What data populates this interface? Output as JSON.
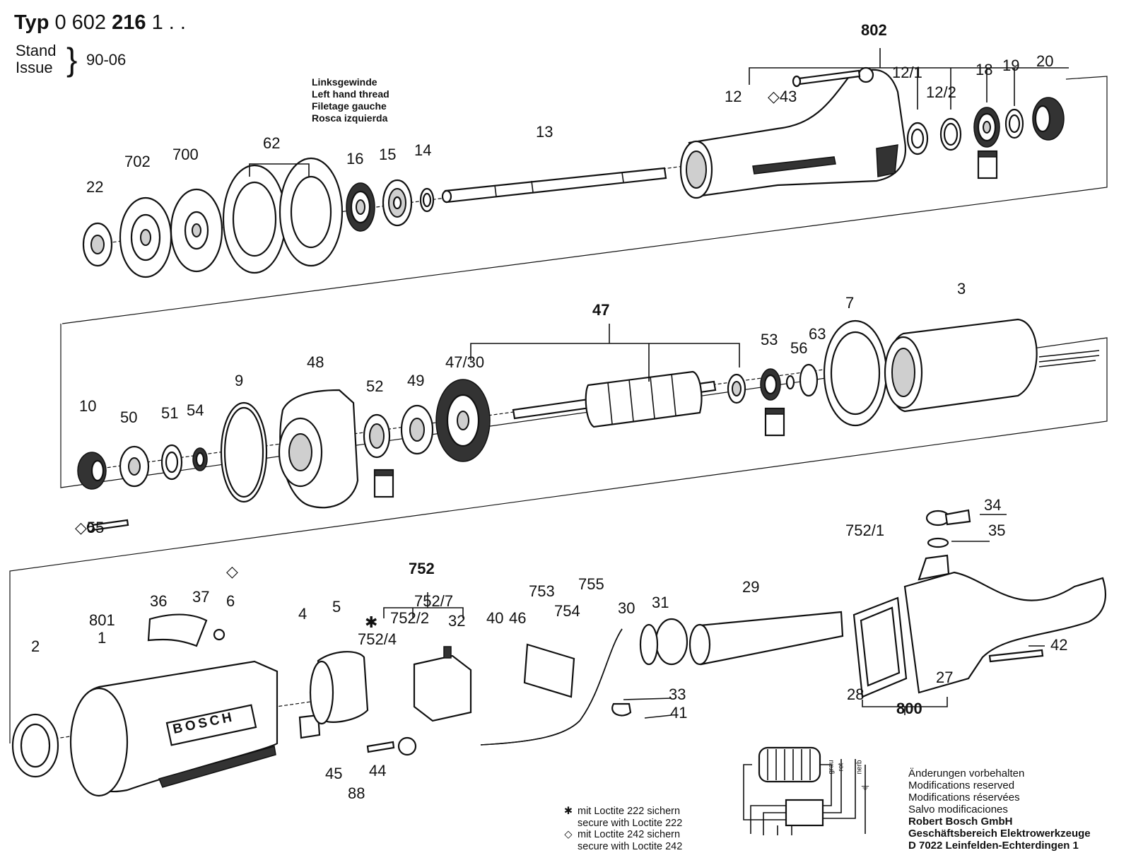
{
  "header": {
    "typ_prefix": "Typ",
    "typ_light_a": "0 602",
    "typ_bold": "216",
    "typ_light_b": "1 . .",
    "stand": "Stand",
    "issue": "Issue",
    "brace": "}",
    "date": "90-06"
  },
  "note": {
    "lines": [
      "Linksgewinde",
      "Left hand thread",
      "Filetage gauche",
      "Rosca izquierda"
    ]
  },
  "legend": {
    "star_symbol": "✱",
    "diamond_symbol": "◇",
    "star_de": "mit Loctite 222 sichern",
    "star_en": "secure with Loctite 222",
    "diamond_de": "mit Loctite 242 sichern",
    "diamond_en": "secure with Loctite 242"
  },
  "imprint": {
    "lines": [
      "Änderungen vorbehalten",
      "Modifications reserved",
      "Modifications réservées",
      "Salvo modificaciones"
    ],
    "company": "Robert Bosch GmbH",
    "division": "Geschäftsbereich Elektrowerkzeuge",
    "address": "D 7022 Leinfelden-Echterdingen 1"
  },
  "brand": {
    "logo_text": "BOSCH"
  },
  "wiring": {
    "labels": [
      "grau",
      "rot",
      "nerb"
    ],
    "earth_symbol": "⏚"
  },
  "callouts": {
    "row1": [
      "22",
      "702",
      "700",
      "62",
      "16",
      "15",
      "14",
      "13",
      "12",
      "◇43",
      "802",
      "12/1",
      "12/2",
      "18",
      "19",
      "20"
    ],
    "row2": [
      "10",
      "50",
      "51",
      "54",
      "9",
      "48",
      "52",
      "49",
      "47/30",
      "47",
      "53",
      "56",
      "63",
      "7",
      "3",
      "◇55"
    ],
    "row3": [
      "2",
      "801",
      "1",
      "36",
      "37",
      "◇",
      "6",
      "4",
      "5",
      "752",
      "752/7",
      "752/2",
      "32",
      "✱",
      "752/4",
      "40",
      "46",
      "753",
      "755",
      "754",
      "30",
      "31",
      "29",
      "28",
      "800",
      "27",
      "42",
      "34",
      "752/1",
      "35",
      "33",
      "41",
      "45",
      "88",
      "44"
    ]
  }
}
